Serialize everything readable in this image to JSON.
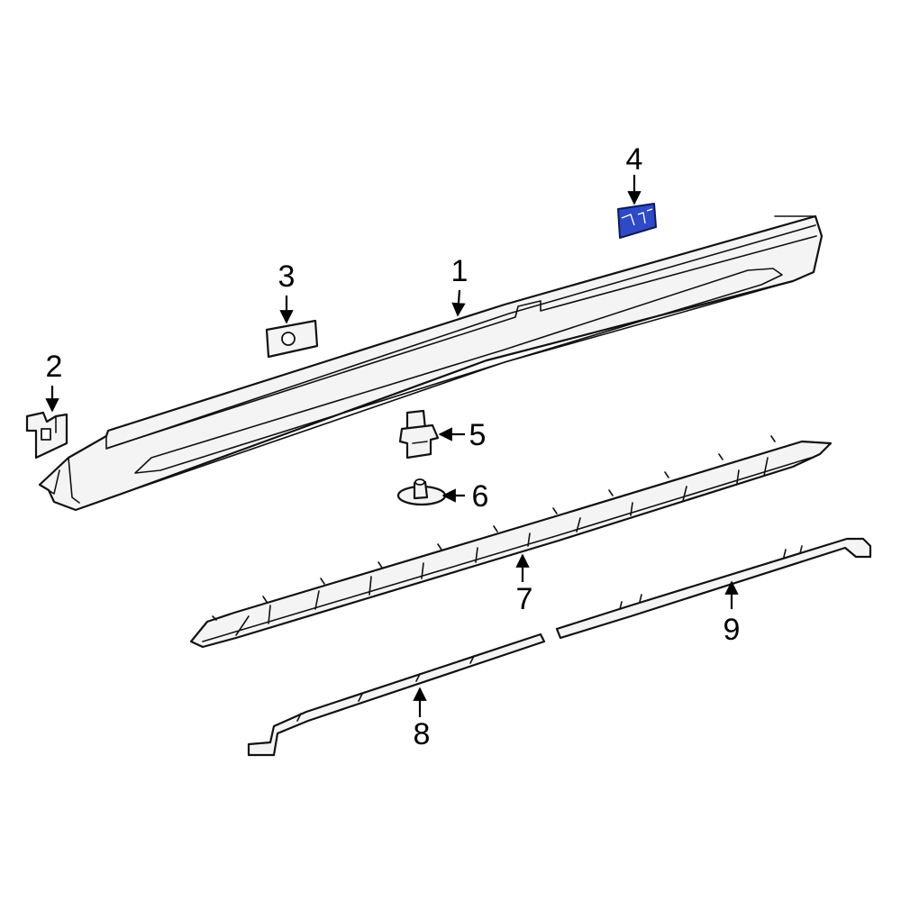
{
  "diagram": {
    "highlight_color": "#2f49c7",
    "callouts": [
      {
        "id": "1",
        "label": "1"
      },
      {
        "id": "2",
        "label": "2"
      },
      {
        "id": "3",
        "label": "3"
      },
      {
        "id": "4",
        "label": "4"
      },
      {
        "id": "5",
        "label": "5"
      },
      {
        "id": "6",
        "label": "6"
      },
      {
        "id": "7",
        "label": "7"
      },
      {
        "id": "8",
        "label": "8"
      },
      {
        "id": "9",
        "label": "9"
      }
    ]
  }
}
